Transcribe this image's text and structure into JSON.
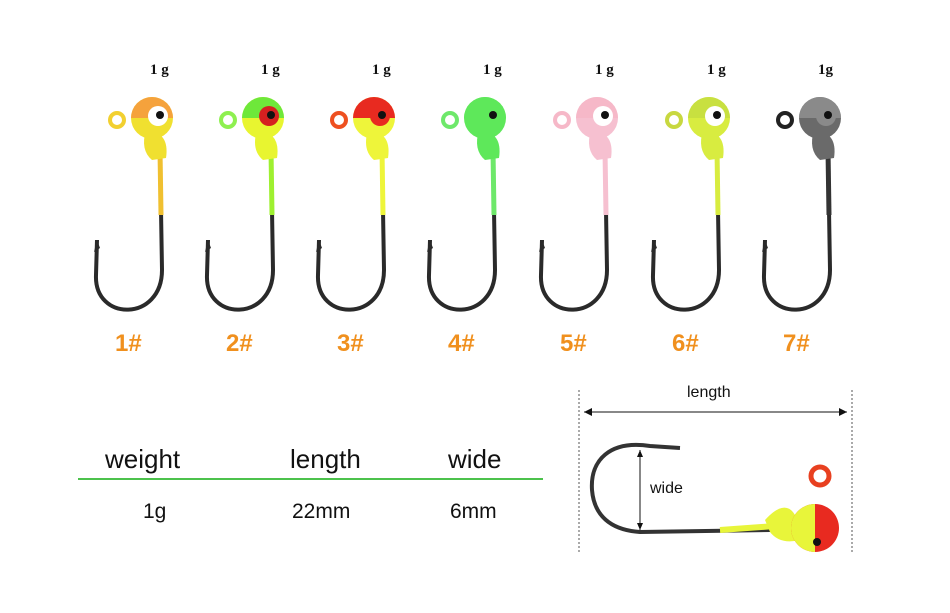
{
  "jigs": [
    {
      "weight": "1 g",
      "label": "1#",
      "head_top": "#f5a23c",
      "head_bottom": "#f0e030",
      "eye": "#ffffff",
      "shank": "#f0c030",
      "ring": "#f2d030"
    },
    {
      "weight": "1 g",
      "label": "2#",
      "head_top": "#6ee83a",
      "head_bottom": "#e8f530",
      "eye": "#d52020",
      "shank": "#9ef030",
      "ring": "#8ef050"
    },
    {
      "weight": "1 g",
      "label": "3#",
      "head_top": "#e82a20",
      "head_bottom": "#eef53a",
      "eye": "#e82a20",
      "shank": "#eef53a",
      "ring": "#ee5020"
    },
    {
      "weight": "1 g",
      "label": "4#",
      "head_top": "#5ee85a",
      "head_bottom": "#5ee85a",
      "eye": "#5ee85a",
      "shank": "#6ee86a",
      "ring": "#6ee86a"
    },
    {
      "weight": "1 g",
      "label": "5#",
      "head_top": "#f6b8c8",
      "head_bottom": "#f6c0d0",
      "eye": "#ffffff",
      "shank": "#f6c0d0",
      "ring": "#f6b8c8"
    },
    {
      "weight": "1 g",
      "label": "6#",
      "head_top": "#c8e040",
      "head_bottom": "#d8ec40",
      "eye": "#ffffff",
      "shank": "#d8ec40",
      "ring": "#c8d840"
    },
    {
      "weight": "1g",
      "label": "7#",
      "head_top": "#8a8a8a",
      "head_bottom": "#6a6a6a",
      "eye": "#8a8a8a",
      "shank": "#333333",
      "ring": "#222222"
    }
  ],
  "specs": {
    "headers": [
      "weight",
      "length",
      "wide"
    ],
    "values": [
      "1g",
      "22mm",
      "6mm"
    ]
  },
  "diagram": {
    "length_label": "length",
    "wide_label": "wide"
  },
  "colors": {
    "label_orange": "#f0901e",
    "rule_green": "#4cc24c"
  }
}
